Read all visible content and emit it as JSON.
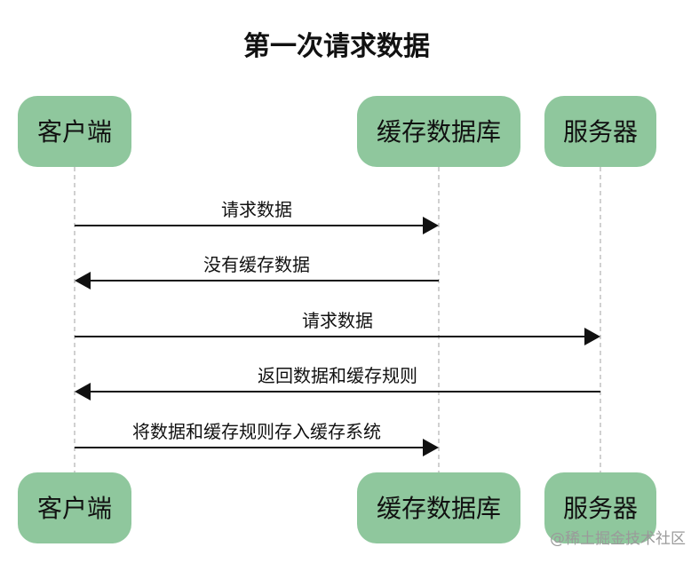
{
  "title": "第一次请求数据",
  "participants": {
    "client": {
      "label": "客户端"
    },
    "cache": {
      "label": "缓存数据库"
    },
    "server": {
      "label": "服务器"
    }
  },
  "messages": [
    {
      "label": "请求数据",
      "from": "client",
      "to": "cache"
    },
    {
      "label": "没有缓存数据",
      "from": "cache",
      "to": "client"
    },
    {
      "label": "请求数据",
      "from": "client",
      "to": "server"
    },
    {
      "label": "返回数据和缓存规则",
      "from": "server",
      "to": "client"
    },
    {
      "label": "将数据和缓存规则存入缓存系统",
      "from": "client",
      "to": "cache"
    }
  ],
  "watermark": "@稀土掘金技术社区",
  "colors": {
    "box_fill": "#8fc79d",
    "text": "#111111",
    "lifeline": "#bdbdbd"
  }
}
